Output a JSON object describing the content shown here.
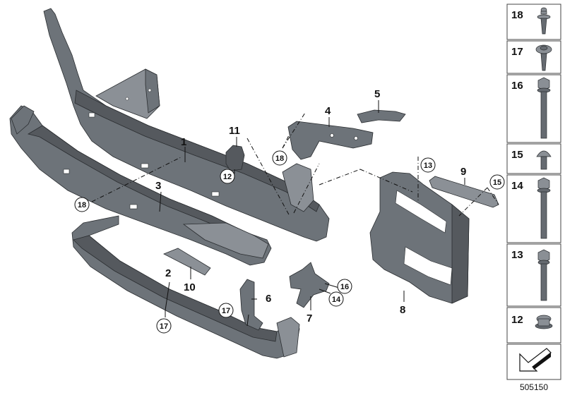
{
  "diagram": {
    "part_labels": [
      "1",
      "2",
      "3",
      "4",
      "5",
      "6",
      "7",
      "8",
      "9",
      "10",
      "11"
    ],
    "callouts": [
      "18",
      "12",
      "17",
      "17",
      "18",
      "13",
      "15",
      "14",
      "16"
    ],
    "side_panel": [
      "18",
      "17",
      "16",
      "15",
      "14",
      "13",
      "12"
    ],
    "diagram_id": "505150"
  },
  "colors": {
    "part_fill": "#6d7379",
    "part_outline": "#2a2d30",
    "background": "#ffffff"
  }
}
